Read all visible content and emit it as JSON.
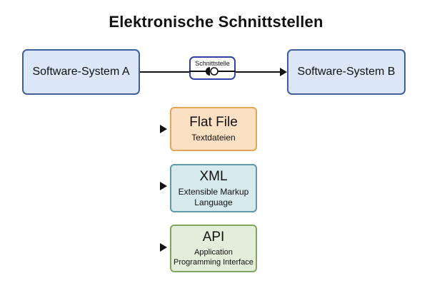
{
  "title": "Elektronische Schnittstellen",
  "system_a": "Software-System A",
  "system_b": "Software-System B",
  "interface_label": "Schnittstelle",
  "formats": [
    {
      "name": "Flat File",
      "desc": [
        "Textdateien"
      ],
      "color": "#fbe0c3",
      "border": "#e3a655"
    },
    {
      "name": "XML",
      "desc": [
        "Extensible Markup",
        "Language"
      ],
      "color": "#d6eaed",
      "border": "#5d9aa6"
    },
    {
      "name": "API",
      "desc": [
        "Application",
        "Programming Interface"
      ],
      "color": "#e2eed9",
      "border": "#7fa55e"
    }
  ]
}
